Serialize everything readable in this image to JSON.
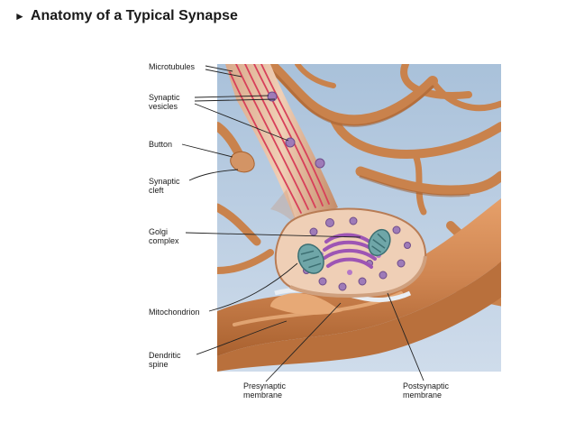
{
  "title": "Anatomy of a Typical Synapse",
  "title_icon": "triangle-right-icon",
  "labels": {
    "microtubules": "Microtubules",
    "synaptic_vesicles": "Synaptic\nvesicles",
    "button": "Button",
    "synaptic_cleft": "Synaptic\ncleft",
    "golgi_complex": "Golgi\ncomplex",
    "mitochondrion": "Mitochondrion",
    "dendritic_spine": "Dendritic\nspine",
    "presynaptic_membrane": "Presynaptic\nmembrane",
    "postsynaptic_membrane": "Postsynaptic\nmembrane"
  },
  "colors": {
    "background_blue": "#b9cde0",
    "neuron_tan": "#d8915a",
    "neuron_dark": "#a8622f",
    "axon_pink": "#e8c3a8",
    "microtubule_red": "#d8405a",
    "vesicle_purple": "#8c6aa8",
    "mitochondria_teal": "#6fa6a8"
  }
}
